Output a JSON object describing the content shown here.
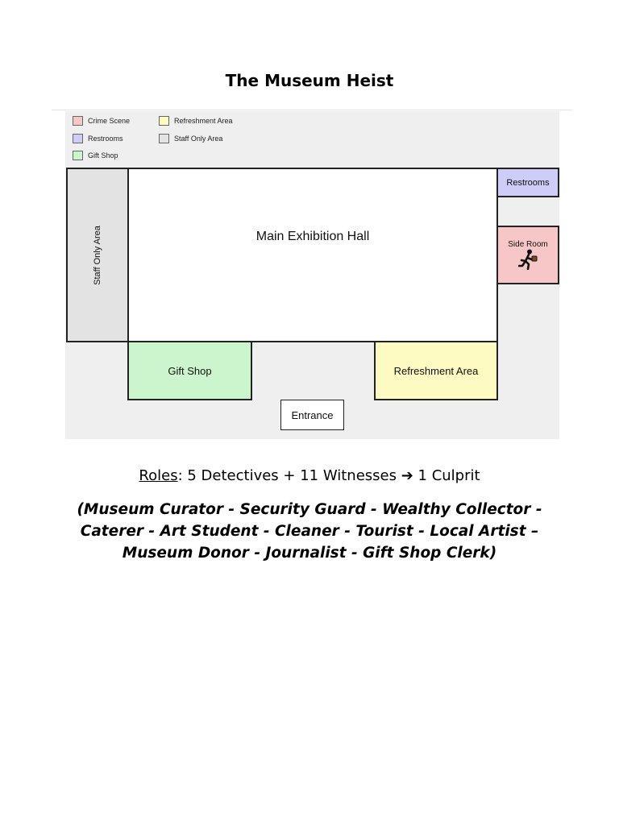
{
  "title": "The Museum Heist",
  "legend": [
    {
      "label": "Crime Scene",
      "color": "#f7c6c6"
    },
    {
      "label": "Refreshment Area",
      "color": "#fdfbc1"
    },
    {
      "label": "Restrooms",
      "color": "#cdcdf7"
    },
    {
      "label": "Staff Only Area",
      "color": "#e3e3e3"
    },
    {
      "label": "Gift Shop",
      "color": "#cdf5cd"
    }
  ],
  "rooms": {
    "staff_only": "Staff Only Area",
    "main_hall": "Main Exhibition Hall",
    "restrooms": "Restrooms",
    "side_room": "Side Room",
    "gift_shop": "Gift Shop",
    "refreshment": "Refreshment Area",
    "entrance": "Entrance"
  },
  "icons": {
    "side_room": "running-thief-icon"
  },
  "colors": {
    "crime_scene": "#f7c6c6",
    "restrooms": "#cdcdf7",
    "gift_shop": "#cdf5cd",
    "refreshment": "#fdfbc1",
    "staff_only": "#e3e3e3",
    "map_background": "#efefef"
  },
  "roles": {
    "label": "Roles",
    "summary": ": 5 Detectives + 11 Witnesses ",
    "arrow": "➔",
    "culprit": " 1 Culprit"
  },
  "cast_list": "(Museum Curator - Security Guard - Wealthy Collector - Caterer - Art Student - Cleaner - Tourist - Local Artist – Museum Donor - Journalist - Gift Shop Clerk)"
}
